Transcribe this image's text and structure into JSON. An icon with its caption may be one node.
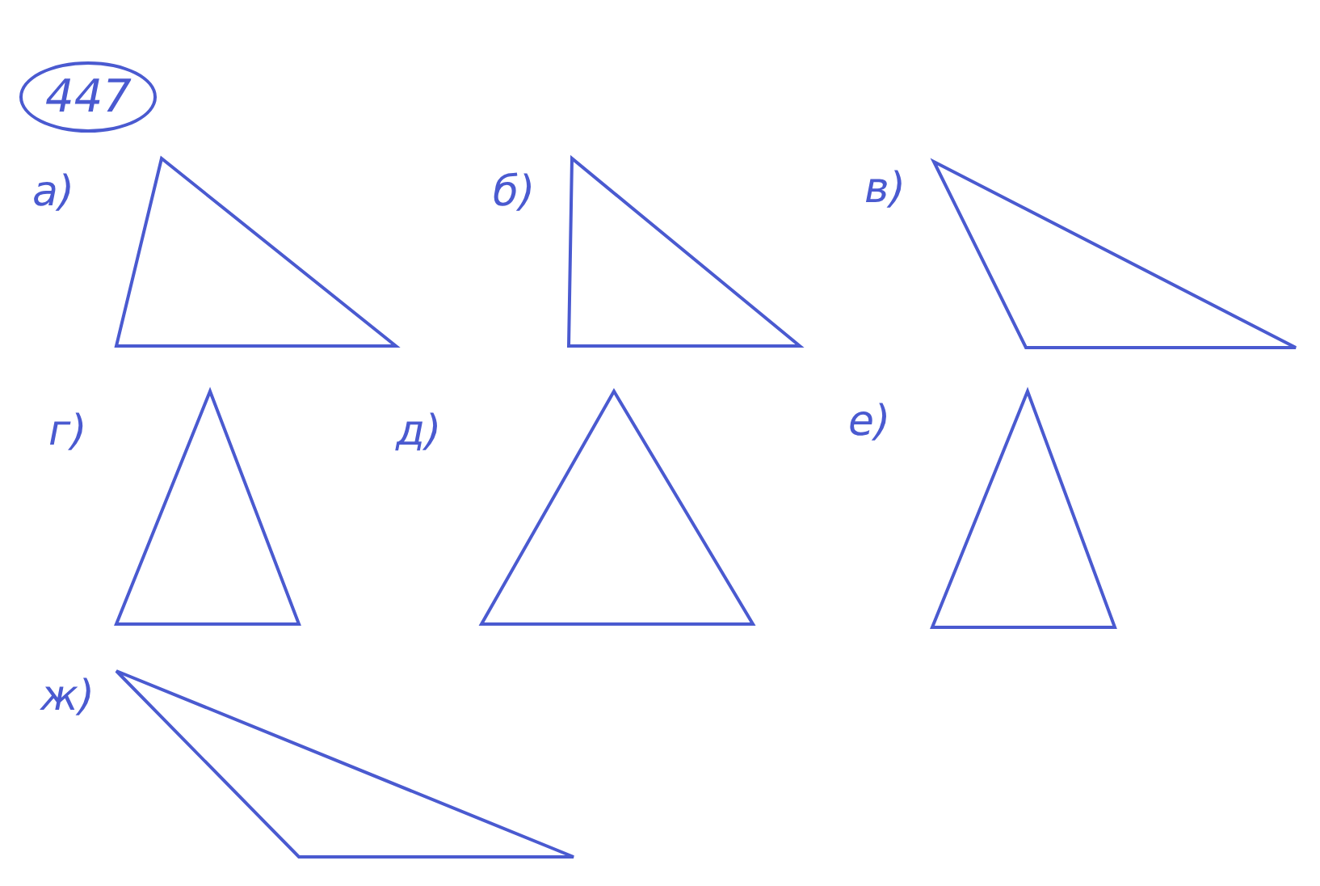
{
  "diagram": {
    "labels": [
      "447",
      "а)",
      "б)",
      "в)",
      "г)",
      "д)",
      "е)",
      "ж)"
    ]
  }
}
